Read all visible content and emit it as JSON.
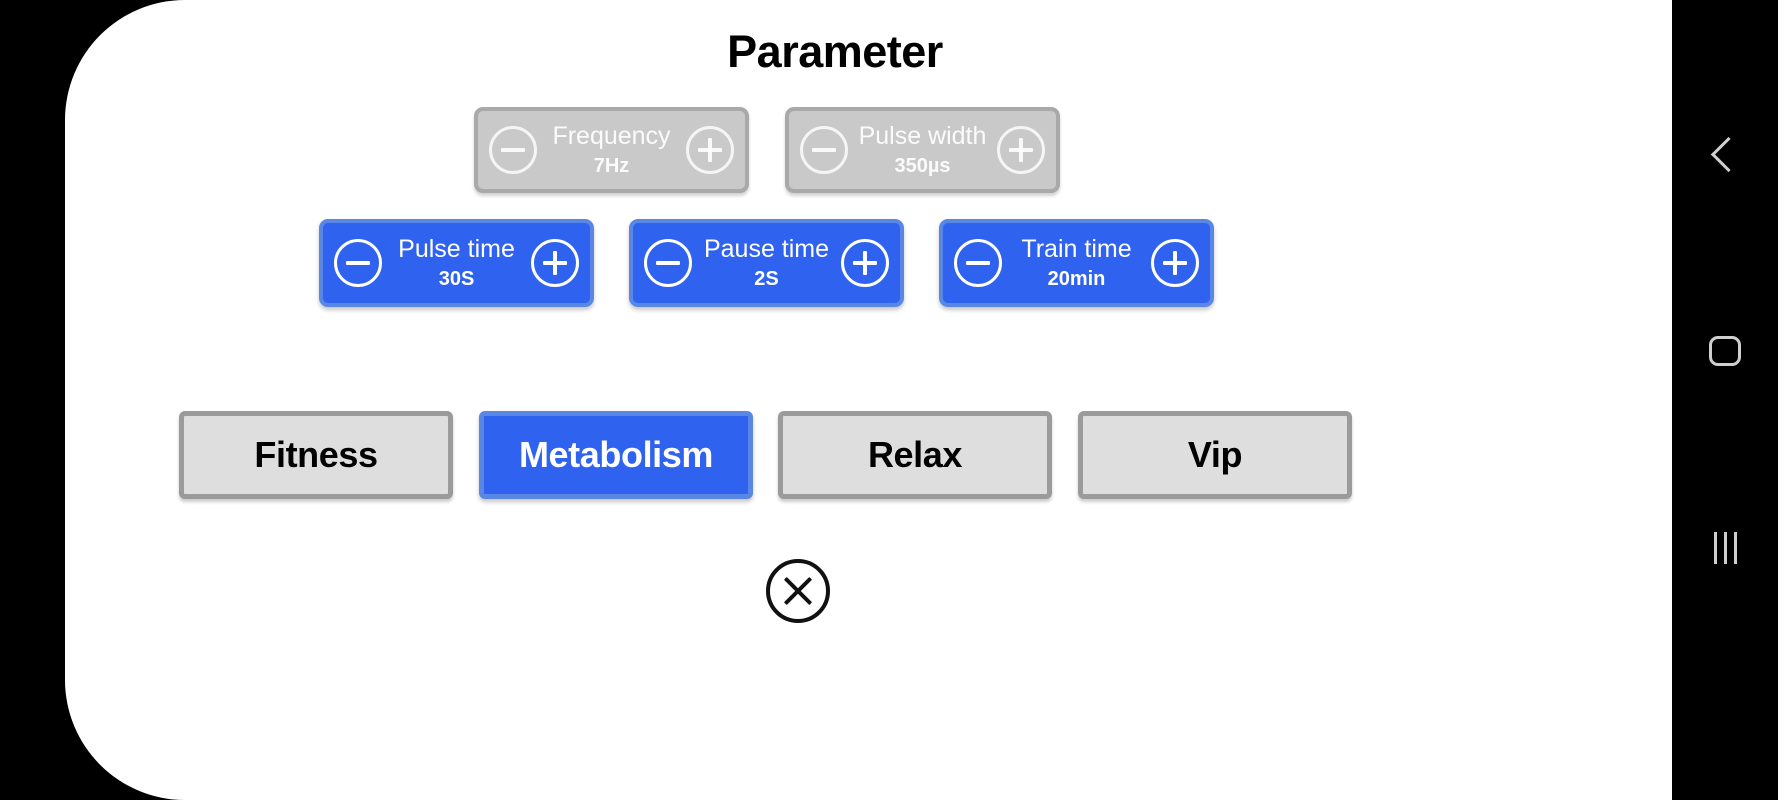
{
  "window": {
    "background_color": "#000000",
    "card_color": "#ffffff"
  },
  "header": {
    "title": "Parameter"
  },
  "colors": {
    "accent_blue": "#2f62ef",
    "accent_blue_border": "#5b87e4",
    "disabled_gray": "#c9c9c9",
    "disabled_gray_border": "#a9a9a9",
    "button_gray": "#dedede",
    "button_gray_border": "#9b9b9b",
    "text_dark": "#000000",
    "nav_icon": "#cfcfcf"
  },
  "parameters": {
    "row1": [
      {
        "key": "frequency",
        "label": "Frequency",
        "value": "7Hz",
        "state": "disabled",
        "decrement_icon": "minus-circle-icon",
        "increment_icon": "plus-circle-icon"
      },
      {
        "key": "pulse_width",
        "label": "Pulse width",
        "value": "350µs",
        "state": "disabled",
        "decrement_icon": "minus-circle-icon",
        "increment_icon": "plus-circle-icon"
      }
    ],
    "row2": [
      {
        "key": "pulse_time",
        "label": "Pulse time",
        "value": "30S",
        "state": "active",
        "decrement_icon": "minus-circle-icon",
        "increment_icon": "plus-circle-icon"
      },
      {
        "key": "pause_time",
        "label": "Pause time",
        "value": "2S",
        "state": "active",
        "decrement_icon": "minus-circle-icon",
        "increment_icon": "plus-circle-icon"
      },
      {
        "key": "train_time",
        "label": "Train time",
        "value": "20min",
        "state": "active",
        "decrement_icon": "minus-circle-icon",
        "increment_icon": "plus-circle-icon"
      }
    ]
  },
  "modes": {
    "selected": "Metabolism",
    "items": [
      {
        "key": "fitness",
        "label": "Fitness",
        "selected": false
      },
      {
        "key": "metabolism",
        "label": "Metabolism",
        "selected": true
      },
      {
        "key": "relax",
        "label": "Relax",
        "selected": false
      },
      {
        "key": "vip",
        "label": "Vip",
        "selected": false
      }
    ]
  },
  "close": {
    "icon": "close-circle-icon"
  },
  "nav_bar": {
    "items": [
      {
        "key": "back",
        "icon": "chevron-left-icon"
      },
      {
        "key": "home",
        "icon": "home-square-icon"
      },
      {
        "key": "recent",
        "icon": "recent-apps-icon"
      }
    ]
  }
}
